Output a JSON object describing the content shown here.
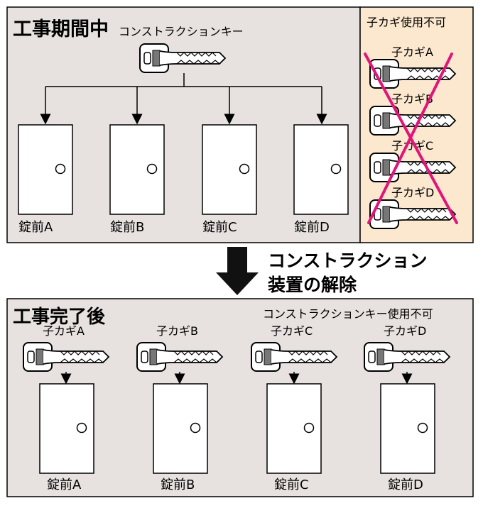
{
  "during": {
    "title": "工事期間中",
    "master_key_label": "コンストラクションキー",
    "locks": [
      "錠前A",
      "錠前B",
      "錠前C",
      "錠前D"
    ],
    "disabled_heading": "子カギ使用不可",
    "child_keys": [
      "子カギA",
      "子カギB",
      "子カギC",
      "子カギD"
    ]
  },
  "transition": {
    "line1": "コンストラクション",
    "line2": "装置の解除"
  },
  "after": {
    "title": "工事完了後",
    "note": "コンストラクションキー使用不可",
    "child_keys": [
      "子カギA",
      "子カギB",
      "子カギC",
      "子カギD"
    ],
    "locks": [
      "錠前A",
      "錠前B",
      "錠前C",
      "錠前D"
    ]
  },
  "colors": {
    "panel_bg": "#e7e2df",
    "disabled_bg": "#fbe8cf",
    "cross": "#e0157a",
    "arrow": "#111111"
  }
}
